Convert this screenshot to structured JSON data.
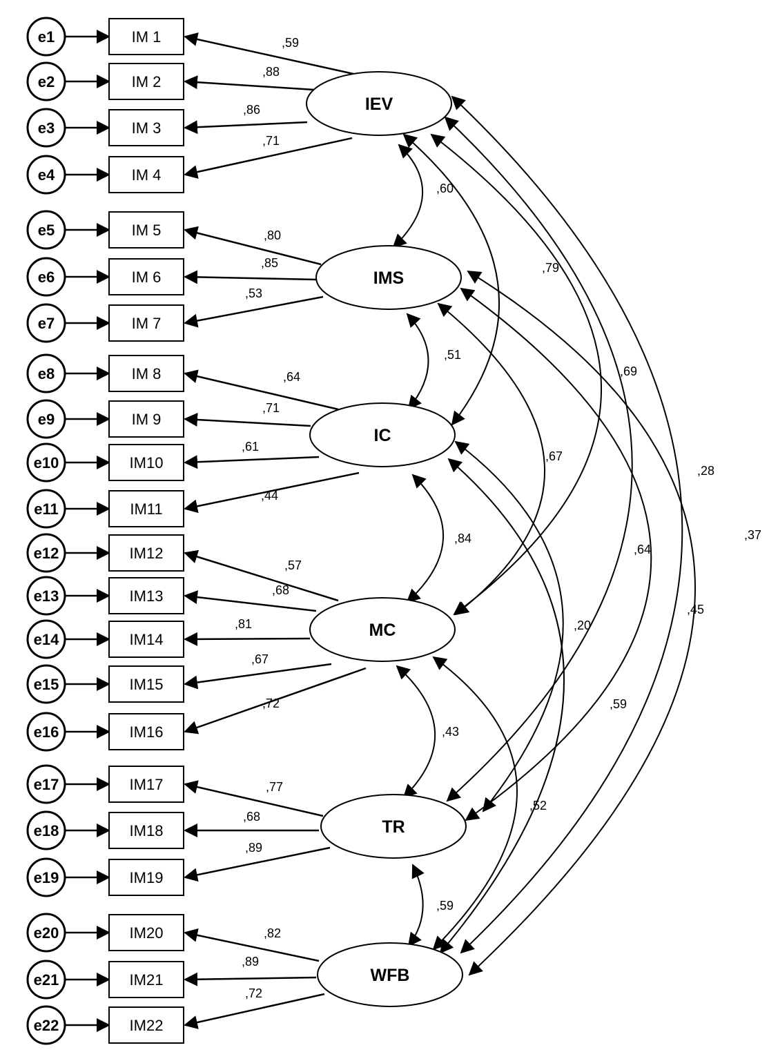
{
  "factors": [
    {
      "id": "IEV",
      "label": "IEV"
    },
    {
      "id": "IMS",
      "label": "IMS"
    },
    {
      "id": "IC",
      "label": "IC"
    },
    {
      "id": "MC",
      "label": "MC"
    },
    {
      "id": "TR",
      "label": "TR"
    },
    {
      "id": "WFB",
      "label": "WFB"
    }
  ],
  "items": [
    {
      "error": "e1",
      "label": "IM 1",
      "factor": "IEV",
      "loading": ",59"
    },
    {
      "error": "e2",
      "label": "IM 2",
      "factor": "IEV",
      "loading": ",88"
    },
    {
      "error": "e3",
      "label": "IM 3",
      "factor": "IEV",
      "loading": ",86"
    },
    {
      "error": "e4",
      "label": "IM 4",
      "factor": "IEV",
      "loading": ",71"
    },
    {
      "error": "e5",
      "label": "IM 5",
      "factor": "IMS",
      "loading": ",80"
    },
    {
      "error": "e6",
      "label": "IM 6",
      "factor": "IMS",
      "loading": ",85"
    },
    {
      "error": "e7",
      "label": "IM 7",
      "factor": "IMS",
      "loading": ",53"
    },
    {
      "error": "e8",
      "label": "IM 8",
      "factor": "IC",
      "loading": ",64"
    },
    {
      "error": "e9",
      "label": "IM 9",
      "factor": "IC",
      "loading": ",71"
    },
    {
      "error": "e10",
      "label": "IM10",
      "factor": "IC",
      "loading": ",61"
    },
    {
      "error": "e11",
      "label": "IM11",
      "factor": "IC",
      "loading": ",44"
    },
    {
      "error": "e12",
      "label": "IM12",
      "factor": "MC",
      "loading": ",57"
    },
    {
      "error": "e13",
      "label": "IM13",
      "factor": "MC",
      "loading": ",68"
    },
    {
      "error": "e14",
      "label": "IM14",
      "factor": "MC",
      "loading": ",81"
    },
    {
      "error": "e15",
      "label": "IM15",
      "factor": "MC",
      "loading": ",67"
    },
    {
      "error": "e16",
      "label": "IM16",
      "factor": "MC",
      "loading": ",72"
    },
    {
      "error": "e17",
      "label": "IM17",
      "factor": "TR",
      "loading": ",77"
    },
    {
      "error": "e18",
      "label": "IM18",
      "factor": "TR",
      "loading": ",68"
    },
    {
      "error": "e19",
      "label": "IM19",
      "factor": "TR",
      "loading": ",89"
    },
    {
      "error": "e20",
      "label": "IM20",
      "factor": "WFB",
      "loading": ",82"
    },
    {
      "error": "e21",
      "label": "IM21",
      "factor": "WFB",
      "loading": ",89"
    },
    {
      "error": "e22",
      "label": "IM22",
      "factor": "WFB",
      "loading": ",72"
    }
  ],
  "correlations": [
    {
      "from": "IEV",
      "to": "IMS",
      "value": ",60"
    },
    {
      "from": "IEV",
      "to": "IC",
      "value": ",79"
    },
    {
      "from": "IEV",
      "to": "MC",
      "value": ",69"
    },
    {
      "from": "IEV",
      "to": "TR",
      "value": ",64"
    },
    {
      "from": "IEV",
      "to": "WFB",
      "value": ",28"
    },
    {
      "from": "IMS",
      "to": "IC",
      "value": ",51"
    },
    {
      "from": "IMS",
      "to": "MC",
      "value": ",67"
    },
    {
      "from": "IMS",
      "to": "TR",
      "value": ",45"
    },
    {
      "from": "IMS",
      "to": "WFB",
      "value": ",37"
    },
    {
      "from": "IC",
      "to": "MC",
      "value": ",84"
    },
    {
      "from": "IC",
      "to": "TR",
      "value": ",20"
    },
    {
      "from": "IC",
      "to": "WFB",
      "value": ",59"
    },
    {
      "from": "MC",
      "to": "TR",
      "value": ",43"
    },
    {
      "from": "MC",
      "to": "WFB",
      "value": ",52"
    },
    {
      "from": "TR",
      "to": "WFB",
      "value": ",59"
    }
  ]
}
